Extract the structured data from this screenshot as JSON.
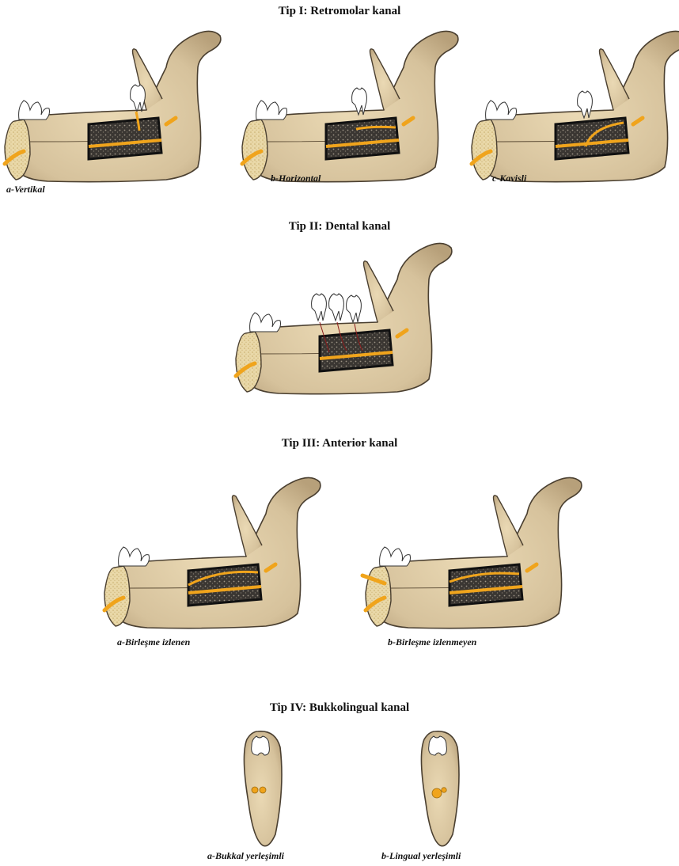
{
  "sections": [
    {
      "title": "Tip I: Retromolar kanal",
      "captions": [
        "a-Vertikal",
        "b-Horizontal",
        "c-Kavisli"
      ]
    },
    {
      "title": "Tip II: Dental kanal",
      "captions": []
    },
    {
      "title": "Tip III: Anterior kanal",
      "captions": [
        "a-Birleşme izlenen",
        "b-Birleşme izlenmeyen"
      ]
    },
    {
      "title": "Tip IV: Bukkolingual kanal",
      "captions": [
        "a-Bukkal yerleşimli",
        "b-Lingual yerleşimli"
      ]
    }
  ],
  "colors": {
    "bone": "#d9c7a4",
    "bone_dark": "#b9a583",
    "window": "#3a3632",
    "nerve": "#f0a41c",
    "cancellous": "#e6d39a"
  }
}
